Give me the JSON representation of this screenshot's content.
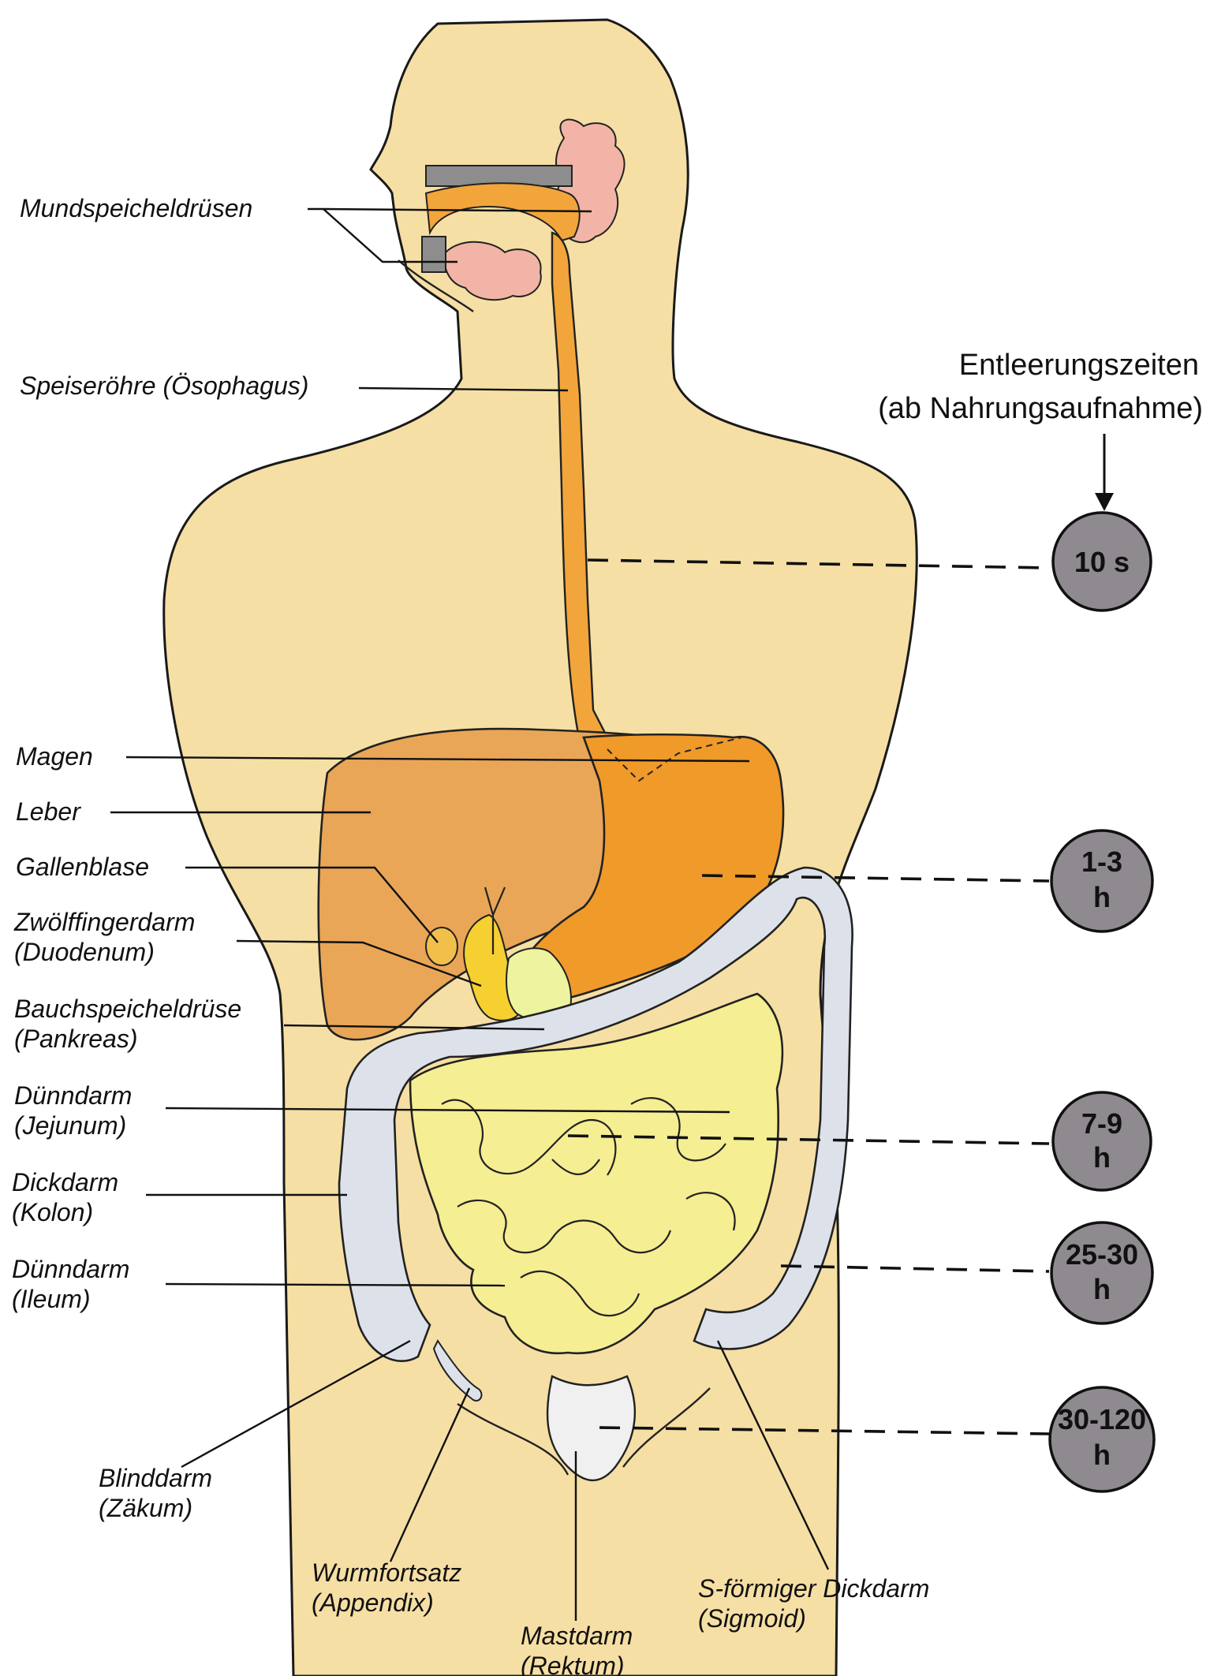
{
  "header": {
    "title_line1": "Entleerungszeiten",
    "title_line2": "(ab Nahrungsaufnahme)"
  },
  "labels": [
    {
      "id": "mundspeicheldruesen",
      "lines": [
        "Mundspeicheldrüsen"
      ]
    },
    {
      "id": "speiseroehre",
      "lines": [
        "Speiseröhre (Ösophagus)"
      ]
    },
    {
      "id": "magen",
      "lines": [
        "Magen"
      ]
    },
    {
      "id": "leber",
      "lines": [
        "Leber"
      ]
    },
    {
      "id": "gallenblase",
      "lines": [
        "Gallenblase"
      ]
    },
    {
      "id": "zwoelffingerdarm",
      "lines": [
        "Zwölffingerdarm",
        "(Duodenum)"
      ]
    },
    {
      "id": "bauchspeicheldruese",
      "lines": [
        "Bauchspeicheldrüse",
        "(Pankreas)"
      ]
    },
    {
      "id": "duenndarm-jejunum",
      "lines": [
        "Dünndarm",
        "(Jejunum)"
      ]
    },
    {
      "id": "dickdarm",
      "lines": [
        "Dickdarm",
        "(Kolon)"
      ]
    },
    {
      "id": "duenndarm-ileum",
      "lines": [
        "Dünndarm",
        "(Ileum)"
      ]
    },
    {
      "id": "blinddarm",
      "lines": [
        "Blinddarm",
        "(Zäkum)"
      ]
    },
    {
      "id": "wurmfortsatz",
      "lines": [
        "Wurmfortsatz",
        "(Appendix)"
      ]
    },
    {
      "id": "mastdarm",
      "lines": [
        "Mastdarm",
        "(Rektum)"
      ]
    },
    {
      "id": "sigmoid",
      "lines": [
        "S-förmiger Dickdarm",
        "(Sigmoid)"
      ]
    }
  ],
  "times": [
    {
      "id": "10s",
      "lines": [
        "10 s"
      ]
    },
    {
      "id": "1-3h",
      "lines": [
        "1-3",
        "h"
      ]
    },
    {
      "id": "7-9h",
      "lines": [
        "7-9",
        "h"
      ]
    },
    {
      "id": "25-30h",
      "lines": [
        "25-30",
        "h"
      ]
    },
    {
      "id": "30-120h",
      "lines": [
        "30-120",
        "h"
      ]
    }
  ],
  "colors": {
    "body": "#f6dfa4",
    "esophagus": "#f2a53a",
    "liver": "#e9a657",
    "stomach": "#f09a2a",
    "gland": "#f2b4a6",
    "small_intestine": "#f5ee92",
    "colon": "#dde2ea",
    "bladder": "#f0f0f0",
    "circle": "#8f8a8f"
  }
}
